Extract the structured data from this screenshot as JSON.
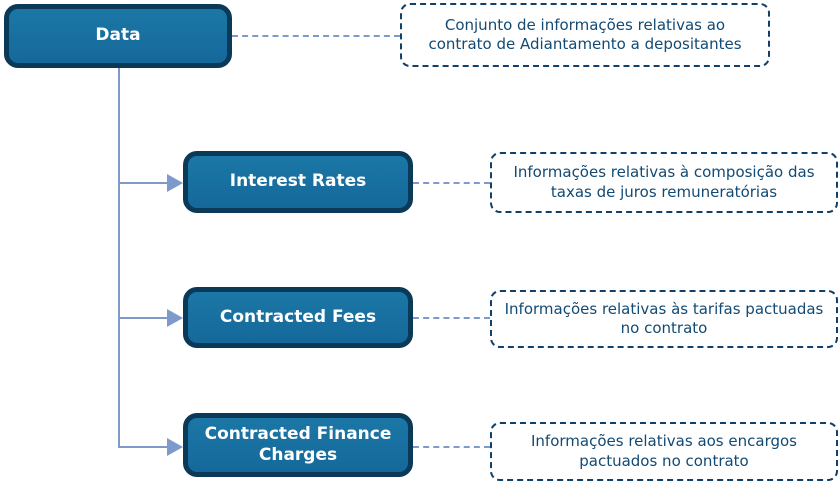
{
  "diagram": {
    "root": {
      "label": "Data",
      "description": "Conjunto de informações relativas ao contrato de Adiantamento a depositantes"
    },
    "children": [
      {
        "label": "Interest Rates",
        "description": "Informações relativas à composição das taxas de juros remuneratórias"
      },
      {
        "label": "Contracted Fees",
        "description": "Informações relativas às tarifas pactuadas no contrato"
      },
      {
        "label": "Contracted Finance Charges",
        "description": "Informações relativas aos encargos pactuados no contrato"
      }
    ],
    "colors": {
      "node_fill": "#16709e",
      "node_border": "#0a3a57",
      "node_text": "#ffffff",
      "note_border": "#11406a",
      "note_text": "#124a74",
      "connector": "#7e9acb"
    }
  }
}
